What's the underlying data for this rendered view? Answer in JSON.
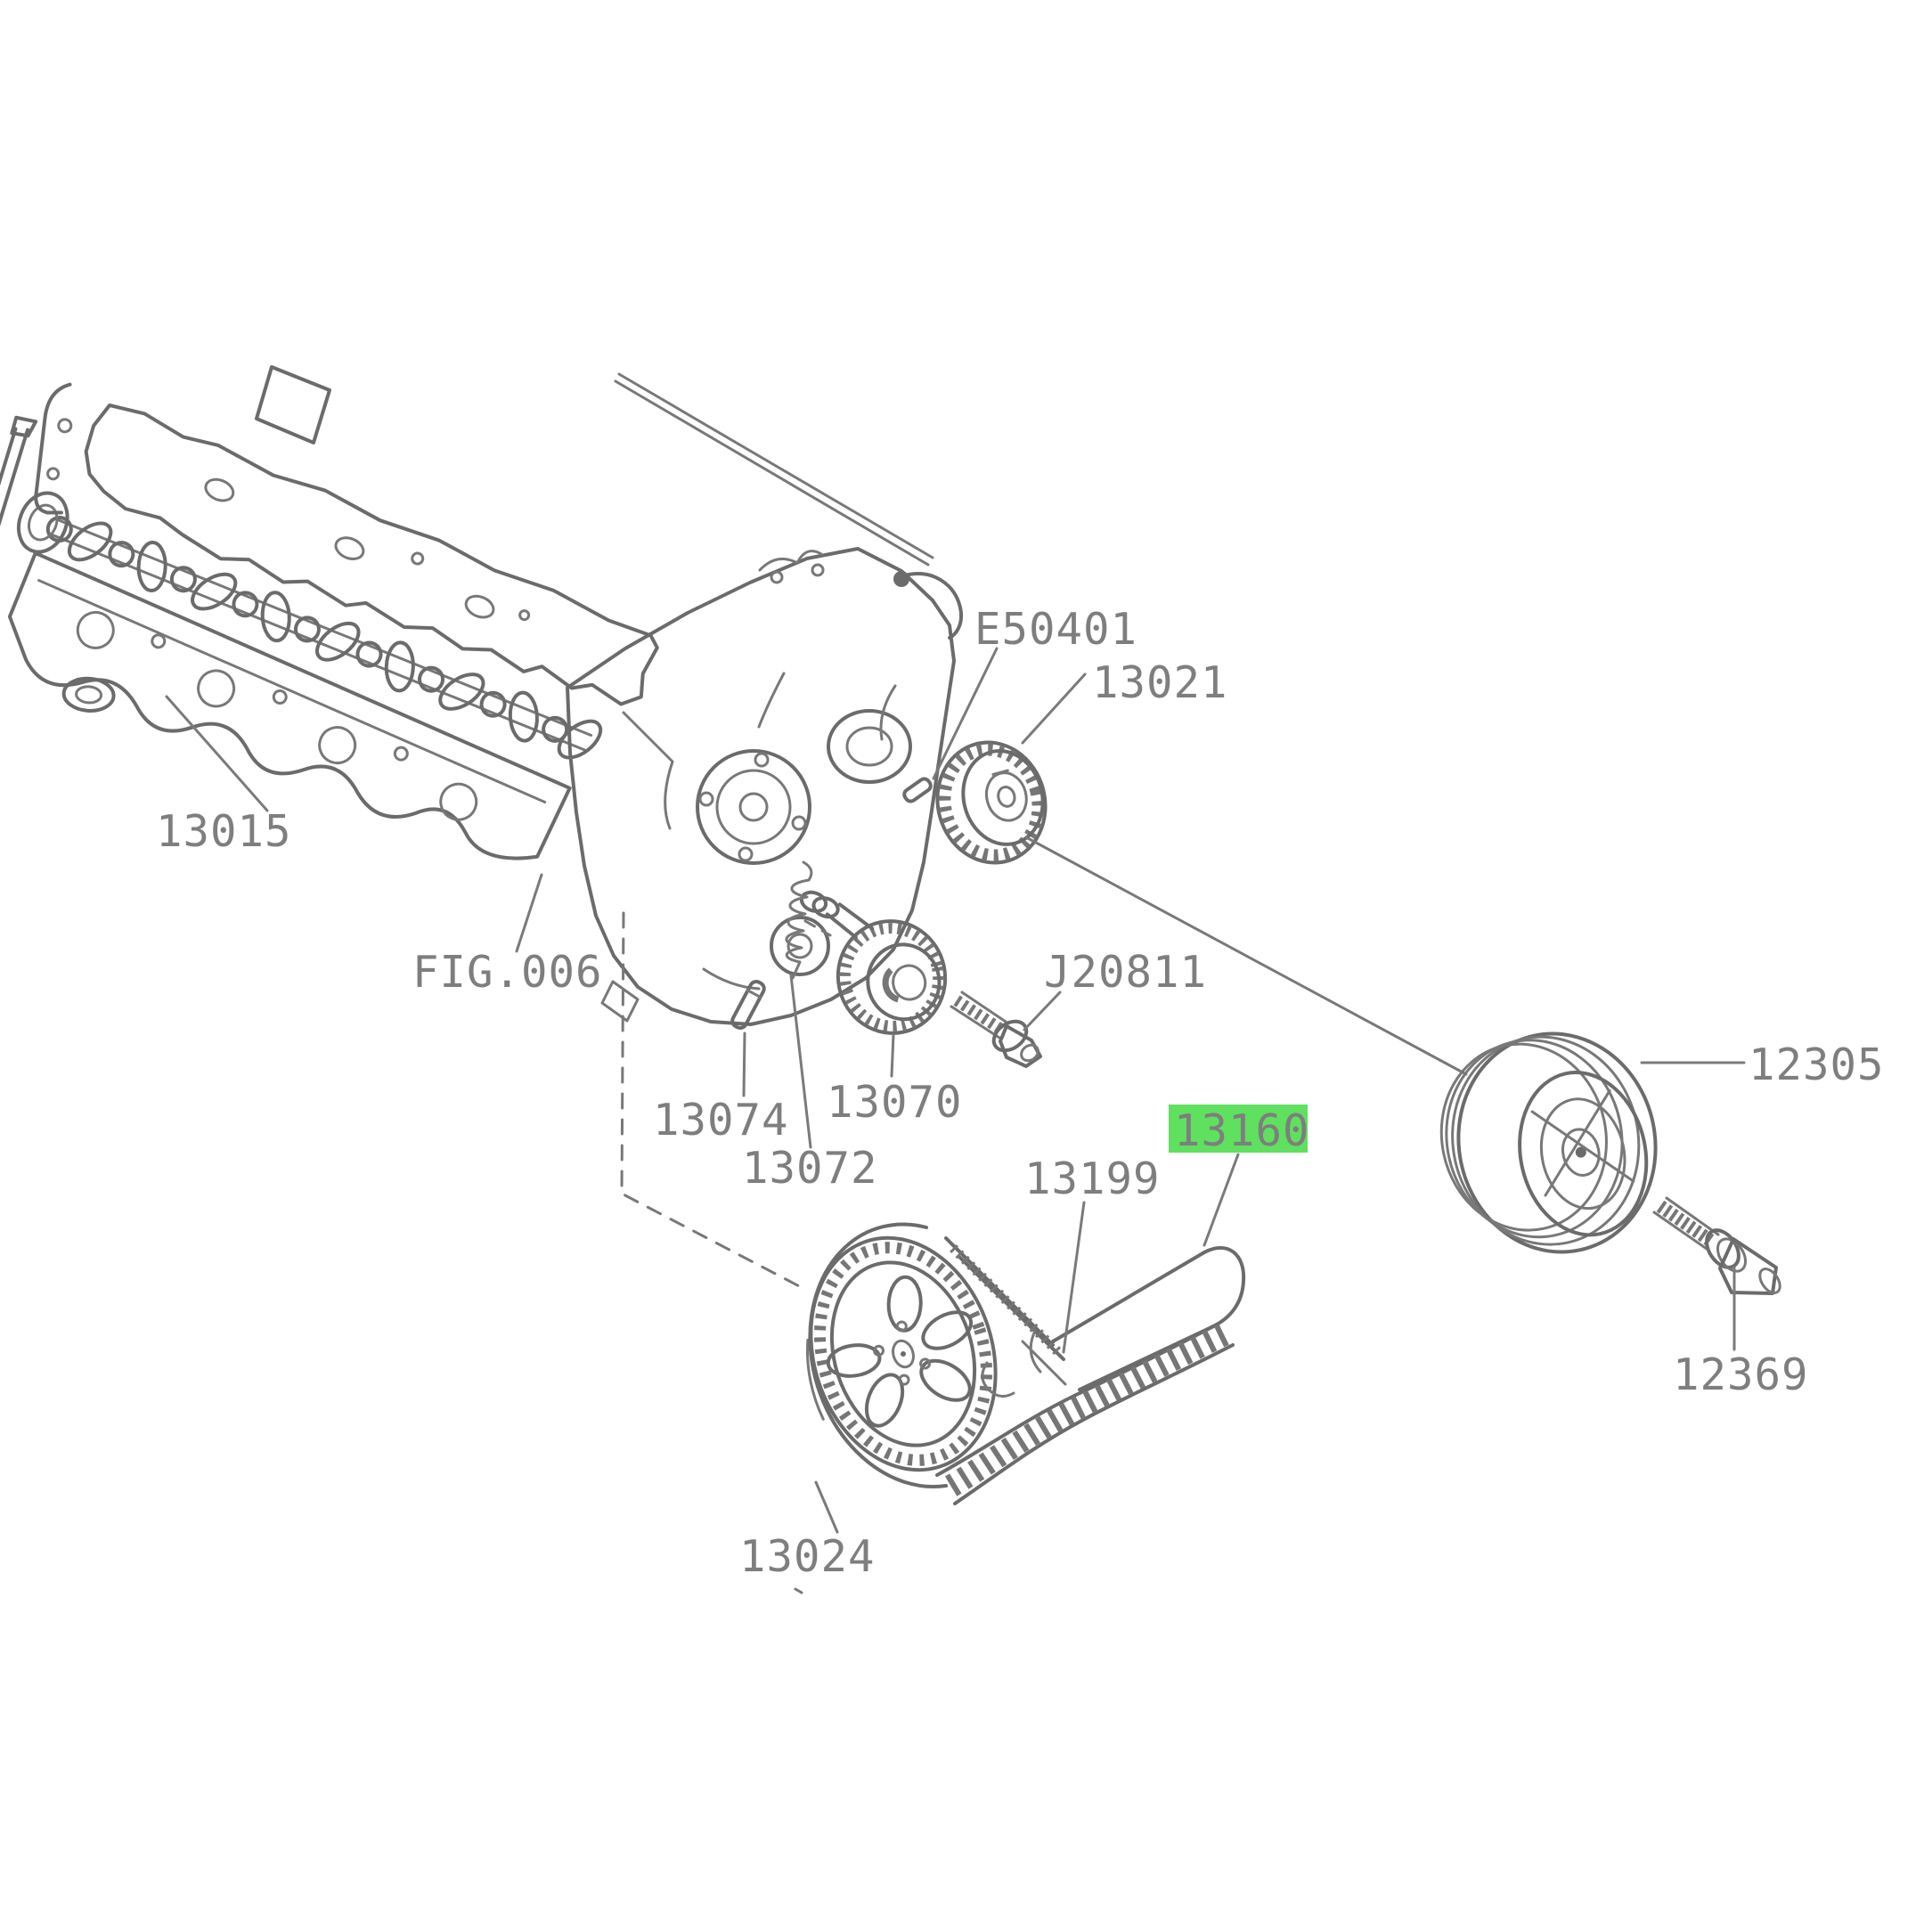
{
  "diagram": {
    "kind": "parts-exploded-diagram",
    "highlighted_part": "13160"
  },
  "colors": {
    "background": "#ffffff",
    "line": "#6b6b6b",
    "label_text": "#7e7e7e",
    "highlight": "#5fe05f"
  },
  "parts": [
    {
      "label": "13015",
      "highlighted": false
    },
    {
      "label": "FIG.006",
      "highlighted": false
    },
    {
      "label": "E50401",
      "highlighted": false
    },
    {
      "label": "13021",
      "highlighted": false
    },
    {
      "label": "J20811",
      "highlighted": false
    },
    {
      "label": "13070",
      "highlighted": false
    },
    {
      "label": "13074",
      "highlighted": false
    },
    {
      "label": "13072",
      "highlighted": false
    },
    {
      "label": "13199",
      "highlighted": false
    },
    {
      "label": "13160",
      "highlighted": true
    },
    {
      "label": "13024",
      "highlighted": false
    },
    {
      "label": "12305",
      "highlighted": false
    },
    {
      "label": "12369",
      "highlighted": false
    }
  ]
}
